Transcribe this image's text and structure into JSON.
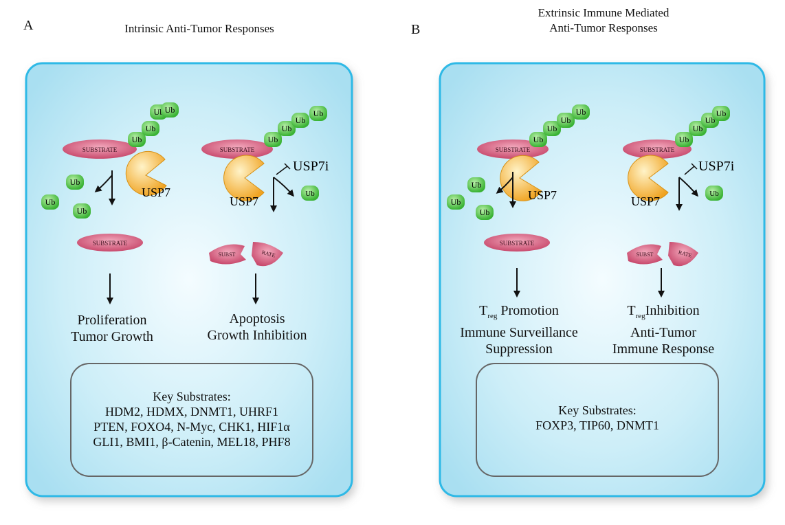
{
  "panels": [
    {
      "letter": "A",
      "title_lines": [
        "Intrinsic Anti-Tumor Responses"
      ],
      "substrate_label": "SUBSTRATE",
      "ub_label": "Ub",
      "enzyme_label": "USP7",
      "inhibitor_label": "USP7i",
      "fragment_labels": [
        "SUBST",
        "RATE"
      ],
      "outcome_left": [
        "Proliferation",
        "Tumor Growth"
      ],
      "outcome_right": [
        "Apoptosis",
        "Growth Inhibition"
      ],
      "key_title": "Key Substrates:",
      "key_lines": [
        "HDM2, HDMX, DNMT1, UHRF1",
        "PTEN, FOXO4, N-Myc, CHK1, HIF1α",
        "GLI1, BMI1, β-Catenin, MEL18, PHF8"
      ]
    },
    {
      "letter": "B",
      "title_lines": [
        "Extrinsic Immune Mediated",
        "Anti-Tumor Responses"
      ],
      "substrate_label": "SUBSTRATE",
      "ub_label": "Ub",
      "enzyme_label": "USP7",
      "inhibitor_label": "USP7i",
      "fragment_labels": [
        "SUBST",
        "RATE"
      ],
      "outcome_left": {
        "t": "T",
        "sub": "reg",
        "rest": " Promotion",
        "lines": [
          "Immune Surveillance",
          "Suppression"
        ]
      },
      "outcome_right": {
        "t": "T",
        "sub": "reg",
        "rest": "Inhibition",
        "lines": [
          "Anti-Tumor",
          "Immune Response"
        ]
      },
      "key_title": "Key Substrates:",
      "key_lines": [
        "FOXP3, TIP60, DNMT1"
      ]
    }
  ],
  "colors": {
    "panel_fill": "#bfe7f4",
    "panel_border": "#2fb9e6",
    "substrate": "#d4587a",
    "ub": "#4cc445",
    "usp7": "#f6b23a"
  }
}
